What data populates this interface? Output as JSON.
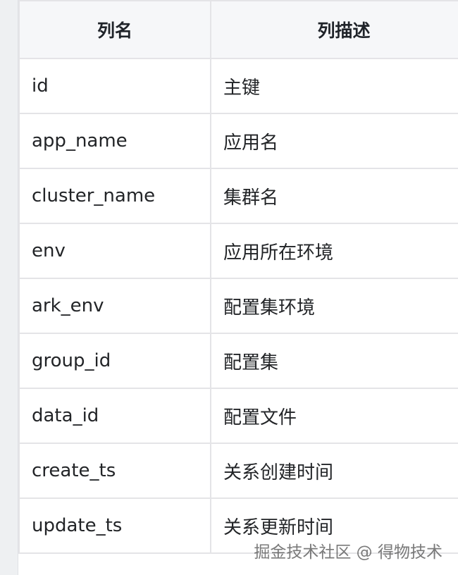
{
  "table": {
    "headers": [
      "列名",
      "列描述"
    ],
    "rows": [
      [
        "id",
        "主键"
      ],
      [
        "app_name",
        "应用名"
      ],
      [
        "cluster_name",
        "集群名"
      ],
      [
        "env",
        "应用所在环境"
      ],
      [
        "ark_env",
        "配置集环境"
      ],
      [
        "group_id",
        "配置集"
      ],
      [
        "data_id",
        "配置文件"
      ],
      [
        "create_ts",
        "关系创建时间"
      ],
      [
        "update_ts",
        "关系更新时间"
      ]
    ]
  },
  "watermark": "掘金技术社区 @ 得物技术"
}
